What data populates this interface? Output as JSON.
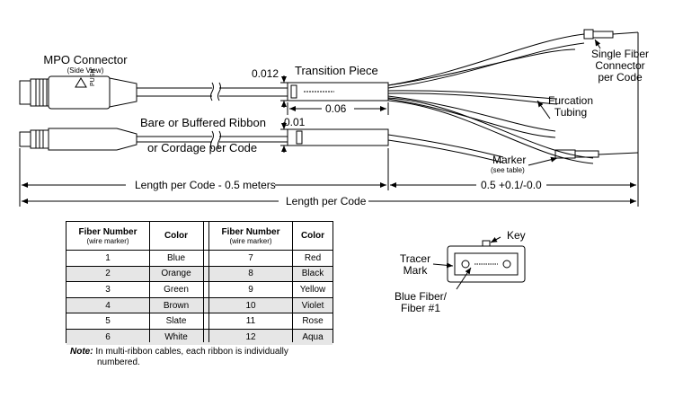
{
  "labels": {
    "mpo_connector": "MPO Connector",
    "side_view": "(Side View)",
    "push": "PUSH",
    "dim_012": "0.012",
    "transition_piece": "Transition Piece",
    "dim_006": "0.06",
    "bare_ribbon": "Bare or Buffered Ribbon",
    "dim_001": "0.01",
    "cordage": "or Cordage per Code",
    "single_fiber_1": "Single Fiber",
    "single_fiber_2": "Connector",
    "single_fiber_3": "per Code",
    "furcation_1": "Furcation",
    "furcation_2": "Tubing",
    "marker": "Marker",
    "see_table": "(see table)",
    "length_minus": "Length per Code - 0.5 meters",
    "length_tol": "0.5 +0.1/-0.0",
    "length_per_code": "Length per Code",
    "key": "Key",
    "tracer_1": "Tracer",
    "tracer_2": "Mark",
    "blue_fiber_1": "Blue Fiber/",
    "blue_fiber_2": "Fiber #1"
  },
  "table": {
    "headers": {
      "fiber_number": "Fiber Number",
      "wire_marker": "(wire marker)",
      "color": "Color"
    },
    "rows": [
      {
        "n1": "1",
        "c1": "Blue",
        "n2": "7",
        "c2": "Red"
      },
      {
        "n1": "2",
        "c1": "Orange",
        "n2": "8",
        "c2": "Black"
      },
      {
        "n1": "3",
        "c1": "Green",
        "n2": "9",
        "c2": "Yellow"
      },
      {
        "n1": "4",
        "c1": "Brown",
        "n2": "10",
        "c2": "Violet"
      },
      {
        "n1": "5",
        "c1": "Slate",
        "n2": "11",
        "c2": "Rose"
      },
      {
        "n1": "6",
        "c1": "White",
        "n2": "12",
        "c2": "Aqua"
      }
    ]
  },
  "note": {
    "label": "Note:",
    "text_1": "In multi-ribbon cables, each ribbon is individually",
    "text_2": "numbered."
  }
}
